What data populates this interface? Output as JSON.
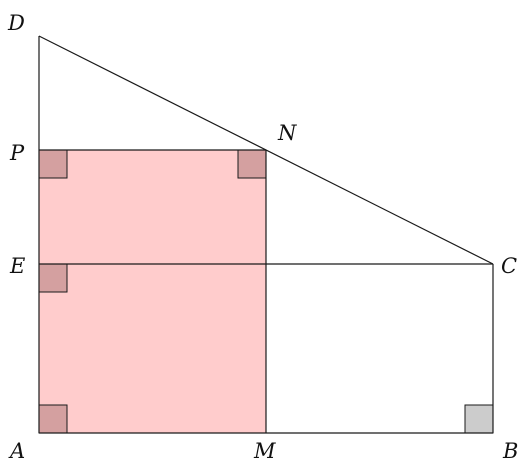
{
  "diagram": {
    "points": {
      "A": "A",
      "B": "B",
      "C": "C",
      "D": "D",
      "E": "E",
      "M": "M",
      "N": "N",
      "P": "P"
    },
    "colors": {
      "stroke": "#1a1a1a",
      "shaded_rectangle_fill": "#ffcccc",
      "right_angle_marker_shaded": "#d4a0a0",
      "right_angle_marker_plain": "#cccccc"
    },
    "segments": [
      "AB",
      "BC",
      "AD",
      "DC",
      "EC",
      "PN",
      "NM"
    ],
    "shaded_region": "APNM",
    "right_angles": [
      "A",
      "B",
      "E",
      "P",
      "N"
    ]
  }
}
